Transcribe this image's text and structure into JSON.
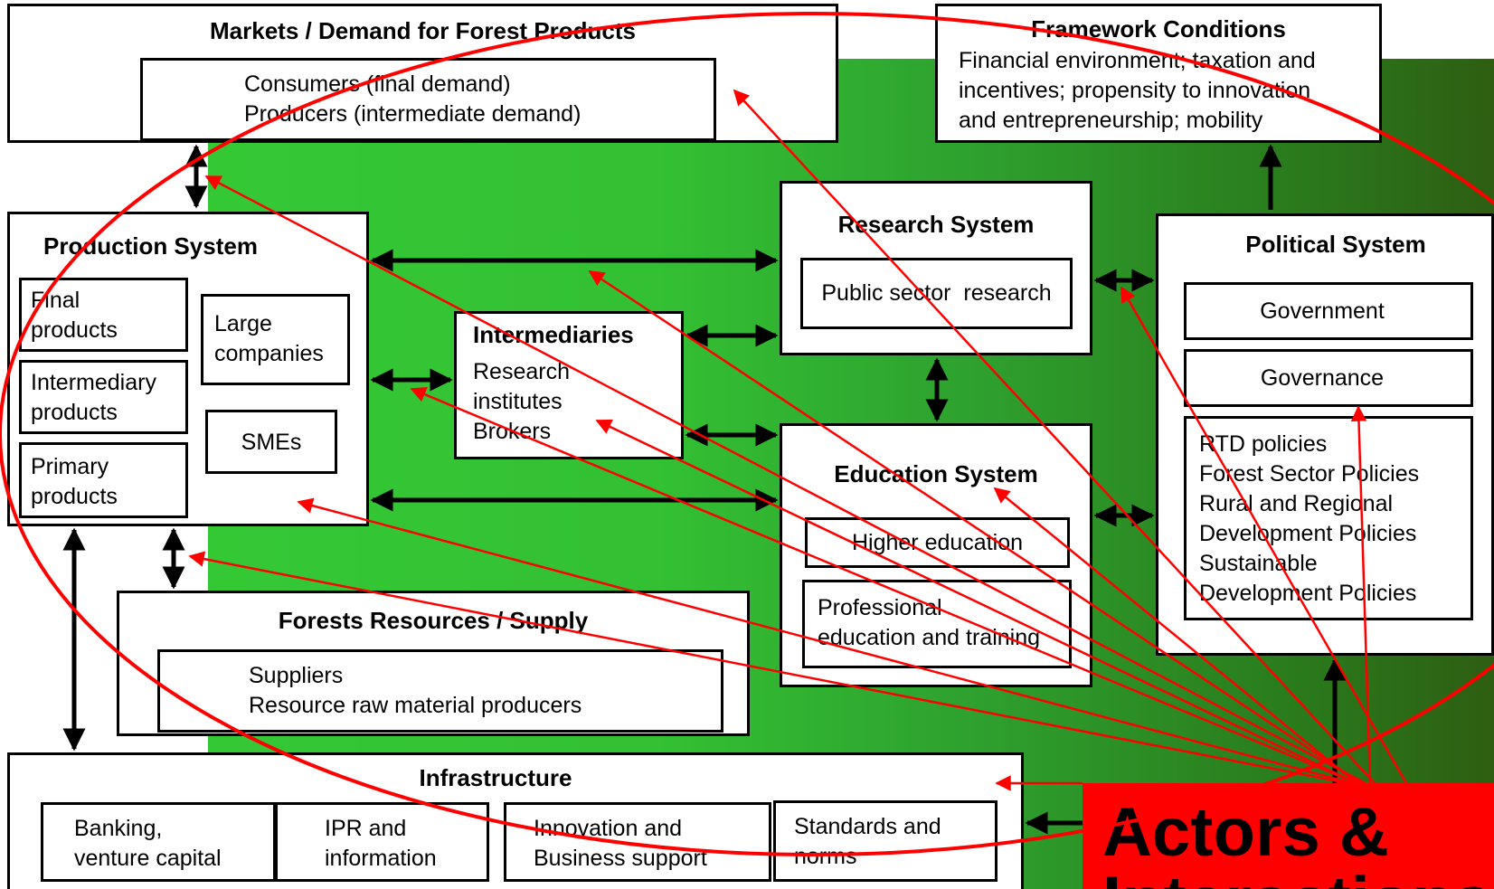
{
  "markets": {
    "title": "Markets / Demand for Forest Products",
    "line1": "Consumers (final demand)",
    "line2": "Producers (intermediate demand)"
  },
  "framework": {
    "title": "Framework Conditions",
    "line1": "Financial environment; taxation and",
    "line2": "incentives; propensity to innovation",
    "line3": "and entrepreneurship; mobility"
  },
  "production": {
    "title": "Production System",
    "final": [
      "Final",
      "products"
    ],
    "intermediary": [
      "Intermediary",
      "products"
    ],
    "primary": [
      "Primary",
      "products"
    ],
    "large": [
      "Large",
      "companies"
    ],
    "smes": "SMEs"
  },
  "intermediaries": {
    "title": "Intermediaries",
    "lines": [
      "Research",
      "institutes",
      "Brokers"
    ]
  },
  "research": {
    "title": "Research System",
    "sub": "Public sector  research"
  },
  "education": {
    "title": "Education System",
    "higher": "Higher education",
    "professional": [
      "Professional",
      "education and training"
    ]
  },
  "political": {
    "title": "Political System",
    "government": "Government",
    "governance": "Governance",
    "policies": [
      "RTD policies",
      "Forest Sector Policies",
      "Rural and Regional",
      "Development Policies",
      "Sustainable",
      "Development Policies"
    ]
  },
  "forests": {
    "title": "Forests Resources / Supply",
    "line1": "Suppliers",
    "line2": "Resource raw material producers"
  },
  "infrastructure": {
    "title": "Infrastructure",
    "banking": [
      "Banking,",
      "venture capital"
    ],
    "ipr": [
      "IPR and",
      "information"
    ],
    "innovation": [
      "Innovation and",
      "Business support"
    ],
    "standards": [
      "Standards and",
      "norms"
    ]
  },
  "overlay": {
    "label_line1": "Actors &",
    "label_line2": "Interactions"
  },
  "colors": {
    "arrow": "#ff0000",
    "background_green": "#33c033"
  }
}
